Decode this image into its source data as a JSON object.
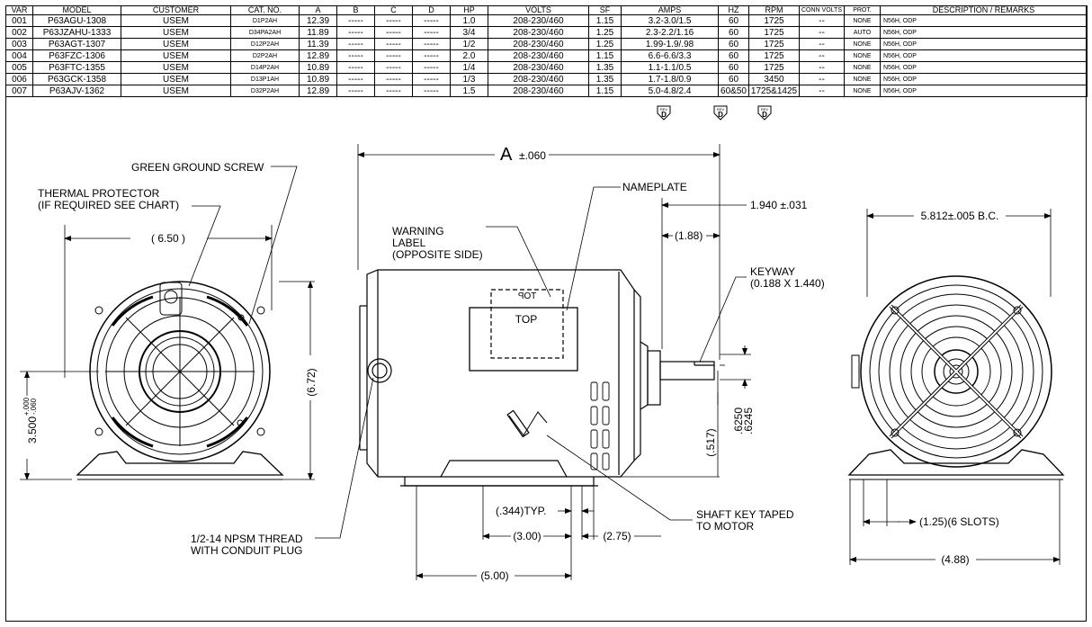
{
  "table": {
    "headers": [
      "VAR",
      "MODEL",
      "CUSTOMER",
      "CAT. NO.",
      "A",
      "B",
      "C",
      "D",
      "HP",
      "VOLTS",
      "SF",
      "AMPS",
      "HZ",
      "RPM",
      "CONN VOLTS",
      "PROT.",
      "DESCRIPTION / REMARKS"
    ],
    "rows": [
      [
        "001",
        "P63AGU-1308",
        "USEM",
        "D1P2AH",
        "12.39",
        "-----",
        "-----",
        "-----",
        "1.0",
        "208-230/460",
        "1.15",
        "3.2-3.0/1.5",
        "60",
        "1725",
        "--",
        "NONE",
        "N56H, ODP"
      ],
      [
        "002",
        "P63JZAHU-1333",
        "USEM",
        "D34PA2AH",
        "11.89",
        "-----",
        "-----",
        "-----",
        "3/4",
        "208-230/460",
        "1.25",
        "2.3-2.2/1.16",
        "60",
        "1725",
        "--",
        "AUTO",
        "N56H, ODP"
      ],
      [
        "003",
        "P63AGT-1307",
        "USEM",
        "D12P2AH",
        "11.39",
        "-----",
        "-----",
        "-----",
        "1/2",
        "208-230/460",
        "1.25",
        "1.99-1.9/.98",
        "60",
        "1725",
        "--",
        "NONE",
        "N56H, ODP"
      ],
      [
        "004",
        "P63FZC-1306",
        "USEM",
        "D2P2AH",
        "12.89",
        "-----",
        "-----",
        "-----",
        "2.0",
        "208-230/460",
        "1.15",
        "6.6-6.6/3.3",
        "60",
        "1725",
        "--",
        "NONE",
        "N56H, ODP"
      ],
      [
        "005",
        "P63FTC-1355",
        "USEM",
        "D14P2AH",
        "10.89",
        "-----",
        "-----",
        "-----",
        "1/4",
        "208-230/460",
        "1.35",
        "1.1-1.1/0.5",
        "60",
        "1725",
        "--",
        "NONE",
        "N56H, ODP"
      ],
      [
        "006",
        "P63GCK-1358",
        "USEM",
        "D13P1AH",
        "10.89",
        "-----",
        "-----",
        "-----",
        "1/3",
        "208-230/460",
        "1.35",
        "1.7-1.8/0.9",
        "60",
        "3450",
        "--",
        "NONE",
        "N56H, ODP"
      ],
      [
        "007",
        "P63AJV-1362",
        "USEM",
        "D32P2AH",
        "12.89",
        "-----",
        "-----",
        "-----",
        "1.5",
        "208-230/460",
        "1.15",
        "5.0-4.8/2.4",
        "60&50",
        "1725&1425",
        "--",
        "NONE",
        "N56H, ODP"
      ]
    ],
    "rev_marker": "D",
    "rev_label": "REV"
  },
  "labels": {
    "green_ground_screw": "GREEN GROUND SCREW",
    "thermal_protector_1": "THERMAL PROTECTOR",
    "thermal_protector_2": "(IF REQUIRED SEE CHART)",
    "dim_650": "( 6.50 )",
    "dim_672": "(6.72)",
    "dim_3500": "3.500",
    "dim_3500_tol_plus": "+.000",
    "dim_3500_tol_minus": "-.060",
    "npsm_1": "1/2-14 NPSM THREAD",
    "npsm_2": "WITH CONDUIT PLUG",
    "dim_a": "A",
    "dim_a_tol": "±.060",
    "nameplate": "NAMEPLATE",
    "warning_1": "WARNING",
    "warning_2": "LABEL",
    "warning_3": "(OPPOSITE SIDE)",
    "top_mirror": "TOP",
    "top": "TOP",
    "dim_1940": "1.940 ±.031",
    "dim_188": "(1.88)",
    "keyway_1": "KEYWAY",
    "keyway_2": "(0.188 X 1.440)",
    "dim_6250": ".6250",
    "dim_6245": ".6245",
    "dim_517": "(.517)",
    "dim_344": "(.344)TYP.",
    "dim_300": "(3.00)",
    "dim_275": "(2.75)",
    "dim_500": "(5.00)",
    "shaft_key_1": "SHAFT KEY TAPED",
    "shaft_key_2": "TO MOTOR",
    "dim_5812": "5.812±.005 B.C.",
    "dim_125": "(1.25)(6 SLOTS)",
    "dim_488": "(4.88)"
  }
}
